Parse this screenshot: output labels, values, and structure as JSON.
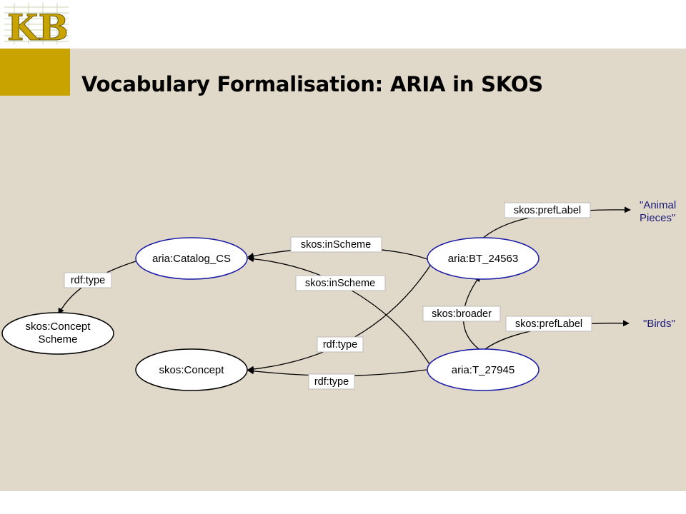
{
  "slide": {
    "title": "Vocabulary Formalisation: ARIA in SKOS",
    "logo_text": "KB",
    "colors": {
      "accent": "#c9a300",
      "background": "#e0d8c8",
      "resource_border": "#1a1aa8",
      "class_border": "#000000",
      "literal_text": "#1a1a7a"
    }
  },
  "diagram": {
    "nodes": {
      "catalog_cs": "aria:Catalog_CS",
      "bt": "aria:BT_24563",
      "t": "aria:T_27945",
      "concept_scheme_line1": "skos:Concept",
      "concept_scheme_line2": "Scheme",
      "concept": "skos:Concept"
    },
    "literals": {
      "animal_line1": "\"Animal",
      "animal_line2": "Pieces\"",
      "birds": "\"Birds\""
    },
    "edges": {
      "bt_prefLabel": "skos:prefLabel",
      "t_prefLabel": "skos:prefLabel",
      "bt_inScheme": "skos:inScheme",
      "t_inScheme": "skos:inScheme",
      "cs_type": "rdf:type",
      "bt_type": "rdf:type",
      "t_type": "rdf:type",
      "broader": "skos:broader"
    }
  }
}
